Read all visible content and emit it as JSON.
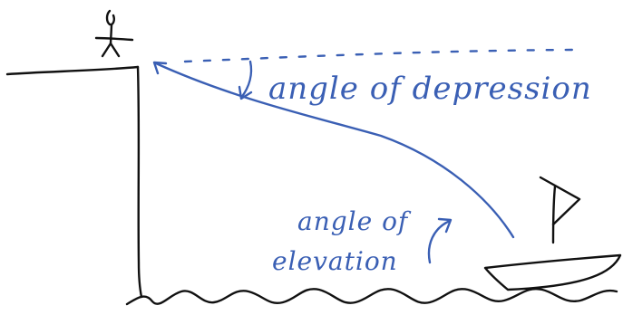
{
  "labels": {
    "angle_of_depression": "angle of depression",
    "angle_of_elevation_line1": "angle of",
    "angle_of_elevation_line2": "elevation"
  },
  "colors": {
    "ink_black": "#111111",
    "ink_blue": "#3a5fb4",
    "background": "#ffffff"
  }
}
